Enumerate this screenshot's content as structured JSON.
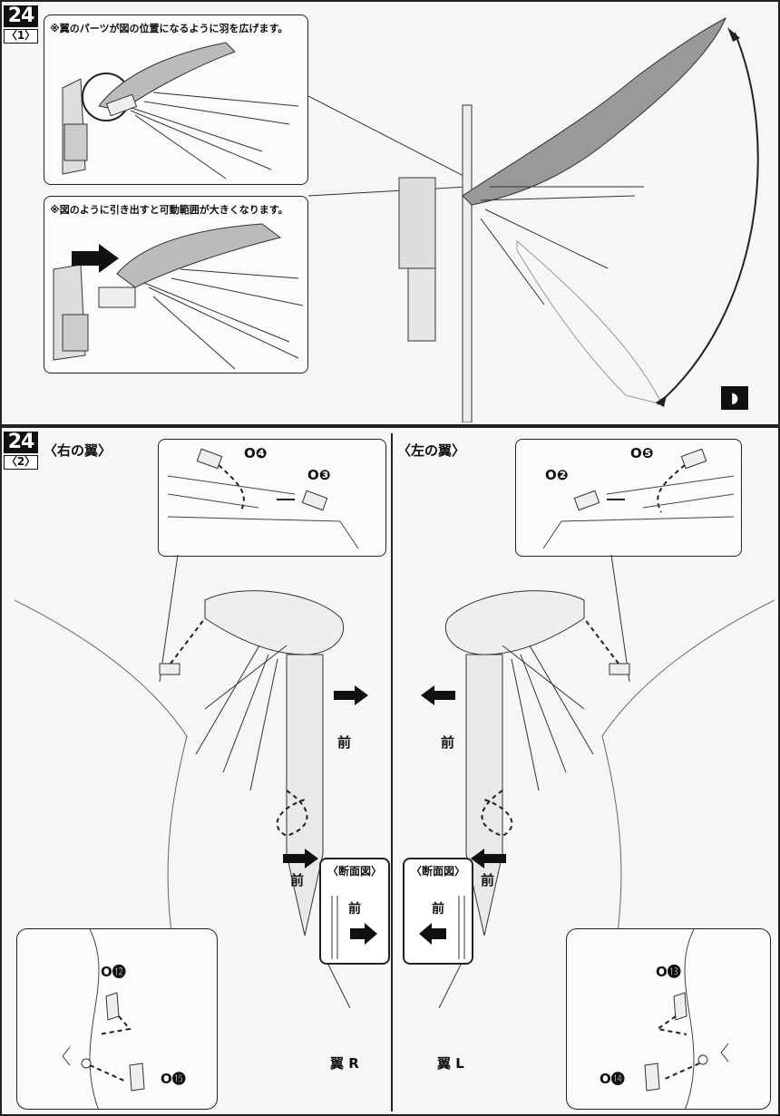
{
  "step": {
    "number": "24",
    "sub1": "〈1〉",
    "sub2": "〈2〉"
  },
  "top_panel": {
    "note1": "※翼のパーツが図の位置になるように羽を広げます。",
    "note2": "※図のように引き出すと可動範囲が大きくなります。",
    "badge_icon": "rotation-symbol-icon"
  },
  "right_wing": {
    "heading": "〈右の翼〉",
    "part_a": "O❹",
    "part_b": "O❸",
    "front1": "前",
    "front2": "前",
    "section_title": "〈断面図〉",
    "section_front": "前",
    "wing_label": "翼 R",
    "part_c": "O⓬",
    "part_d": "O⓯"
  },
  "left_wing": {
    "heading": "〈左の翼〉",
    "part_a": "O❺",
    "part_b": "O❷",
    "front1": "前",
    "front2": "前",
    "section_title": "〈断面図〉",
    "section_front": "前",
    "wing_label": "翼 L",
    "part_c": "O⓭",
    "part_d": "O⓮"
  }
}
